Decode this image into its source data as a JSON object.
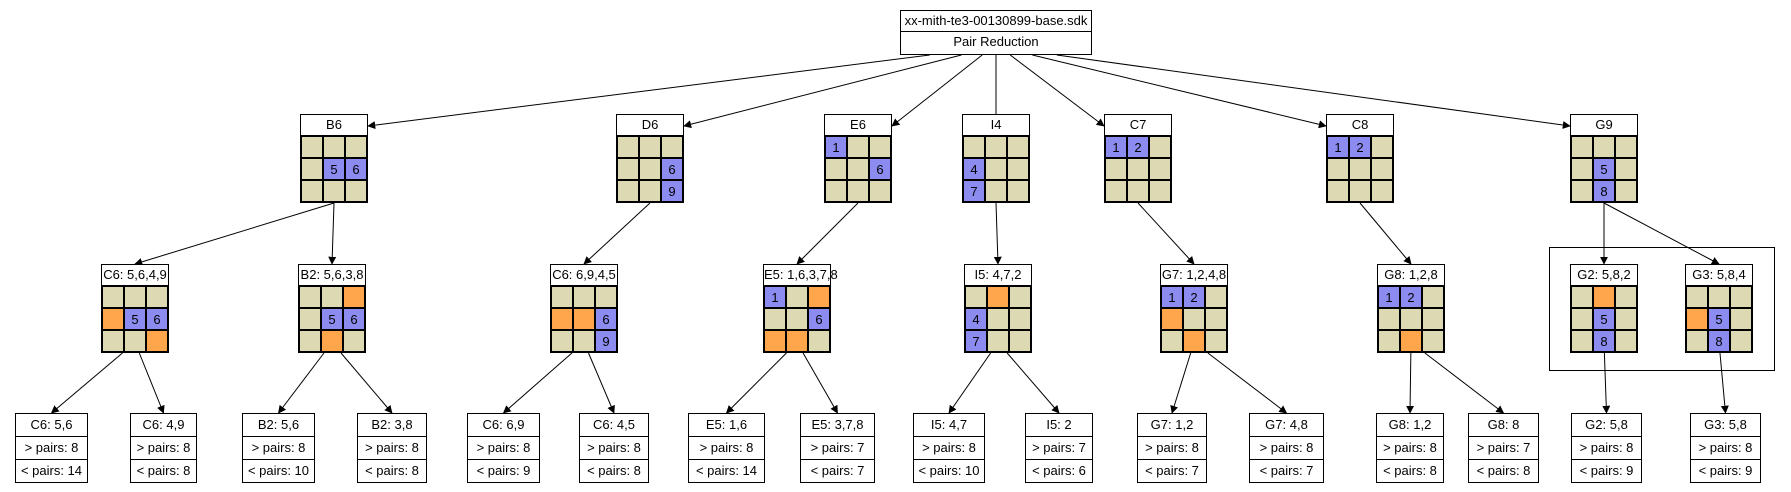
{
  "colors": {
    "cell": "#dcd9b3",
    "selected": "#8c8cf0",
    "highlight": "#ffa64d"
  },
  "root": {
    "title": "xx-mith-te3-00130899-base.sdk",
    "subtitle": "Pair Reduction"
  },
  "level1": [
    {
      "label": "B6",
      "cells": [
        "",
        "",
        "",
        "",
        "5",
        "6",
        "",
        "",
        ""
      ],
      "hl": []
    },
    {
      "label": "D6",
      "cells": [
        "",
        "",
        "",
        "",
        "",
        "6",
        "",
        "",
        "9"
      ],
      "hl": []
    },
    {
      "label": "E6",
      "cells": [
        "1",
        "",
        "",
        "",
        "",
        "6",
        "",
        "",
        ""
      ],
      "hl": []
    },
    {
      "label": "I4",
      "cells": [
        "",
        "",
        "",
        "4",
        "",
        "",
        "7",
        "",
        ""
      ],
      "hl": []
    },
    {
      "label": "C7",
      "cells": [
        "1",
        "2",
        "",
        "",
        "",
        "",
        "",
        "",
        ""
      ],
      "hl": []
    },
    {
      "label": "C8",
      "cells": [
        "1",
        "2",
        "",
        "",
        "",
        "",
        "",
        "",
        ""
      ],
      "hl": []
    },
    {
      "label": "G9",
      "cells": [
        "",
        "",
        "",
        "",
        "5",
        "",
        "",
        "8",
        ""
      ],
      "hl": []
    }
  ],
  "level2": [
    {
      "label": "C6: 5,6,4,9",
      "cells": [
        "",
        "",
        "",
        "",
        "5",
        "6",
        "",
        "",
        ""
      ],
      "hl": [
        3,
        8
      ]
    },
    {
      "label": "B2: 5,6,3,8",
      "cells": [
        "",
        "",
        "",
        "",
        "5",
        "6",
        "",
        "",
        ""
      ],
      "hl": [
        2,
        7
      ]
    },
    {
      "label": "C6: 6,9,4,5",
      "cells": [
        "",
        "",
        "",
        "",
        "",
        "6",
        "",
        "",
        "9"
      ],
      "hl": [
        3,
        4
      ]
    },
    {
      "label": "E5: 1,6,3,7,8",
      "cells": [
        "1",
        "",
        "",
        "",
        "",
        "6",
        "",
        "",
        ""
      ],
      "hl": [
        2,
        6,
        7
      ]
    },
    {
      "label": "I5: 4,7,2",
      "cells": [
        "",
        "",
        "",
        "4",
        "",
        "",
        "7",
        "",
        ""
      ],
      "hl": [
        1
      ]
    },
    {
      "label": "G7: 1,2,4,8",
      "cells": [
        "1",
        "2",
        "",
        "",
        "",
        "",
        "",
        "",
        ""
      ],
      "hl": [
        3,
        7
      ]
    },
    {
      "label": "G8: 1,2,8",
      "cells": [
        "1",
        "2",
        "",
        "",
        "",
        "",
        "",
        "",
        ""
      ],
      "hl": [
        7
      ]
    },
    {
      "label": "G2: 5,8,2",
      "cells": [
        "",
        "",
        "",
        "",
        "5",
        "",
        "",
        "8",
        ""
      ],
      "hl": [
        1
      ]
    },
    {
      "label": "G3: 5,8,4",
      "cells": [
        "",
        "",
        "",
        "",
        "5",
        "",
        "",
        "8",
        ""
      ],
      "hl": [
        3
      ]
    }
  ],
  "leaves": [
    {
      "title": "C6: 5,6",
      "gt": "> pairs: 8",
      "lt": "< pairs: 14"
    },
    {
      "title": "C6: 4,9",
      "gt": "> pairs: 8",
      "lt": "< pairs: 8"
    },
    {
      "title": "B2: 5,6",
      "gt": "> pairs: 8",
      "lt": "< pairs: 10"
    },
    {
      "title": "B2: 3,8",
      "gt": "> pairs: 8",
      "lt": "< pairs: 8"
    },
    {
      "title": "C6: 6,9",
      "gt": "> pairs: 8",
      "lt": "< pairs: 9"
    },
    {
      "title": "C6: 4,5",
      "gt": "> pairs: 8",
      "lt": "< pairs: 8"
    },
    {
      "title": "E5: 1,6",
      "gt": "> pairs: 8",
      "lt": "< pairs: 14"
    },
    {
      "title": "E5: 3,7,8",
      "gt": "> pairs: 7",
      "lt": "< pairs: 7"
    },
    {
      "title": "I5: 4,7",
      "gt": "> pairs: 8",
      "lt": "< pairs: 10"
    },
    {
      "title": "I5: 2",
      "gt": "> pairs: 7",
      "lt": "< pairs: 6"
    },
    {
      "title": "G7: 1,2",
      "gt": "> pairs: 8",
      "lt": "< pairs: 7"
    },
    {
      "title": "G7: 4,8",
      "gt": "> pairs: 8",
      "lt": "< pairs: 7"
    },
    {
      "title": "G8: 1,2",
      "gt": "> pairs: 8",
      "lt": "< pairs: 8"
    },
    {
      "title": "G8: 8",
      "gt": "> pairs: 7",
      "lt": "< pairs: 8"
    },
    {
      "title": "G2: 5,8",
      "gt": "> pairs: 8",
      "lt": "< pairs: 9"
    },
    {
      "title": "G3: 5,8",
      "gt": "> pairs: 8",
      "lt": "< pairs: 9"
    }
  ]
}
